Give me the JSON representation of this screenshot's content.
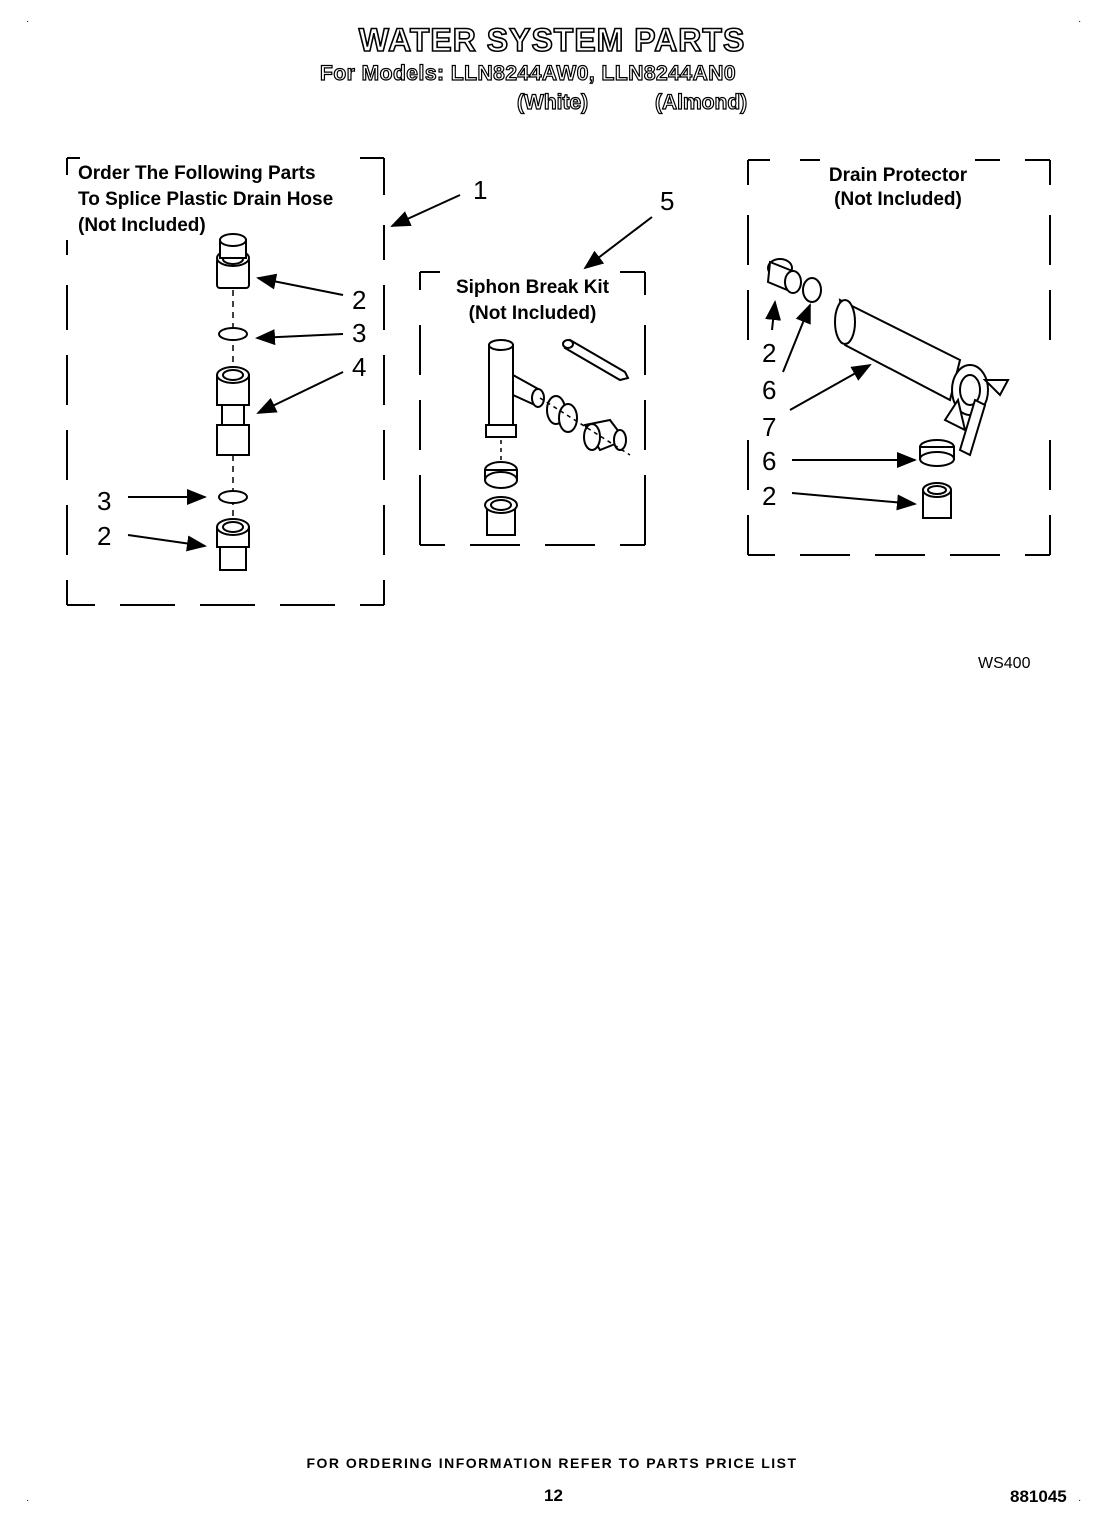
{
  "header": {
    "title": "WATER SYSTEM PARTS",
    "models": "For Models: LLN8244AW0, LLN8244AN0",
    "color_white": "(White)",
    "color_almond": "(Almond)"
  },
  "panels": {
    "splice": {
      "line1": "Order The Following Parts",
      "line2": "To Splice Plastic Drain Hose",
      "line3": "(Not Included)"
    },
    "siphon": {
      "line1": "Siphon Break Kit",
      "line2": "(Not Included)"
    },
    "drain": {
      "line1": "Drain Protector",
      "line2": "(Not Included)"
    }
  },
  "callouts": {
    "c1": "1",
    "c5": "5",
    "splice_2a": "2",
    "splice_3a": "3",
    "splice_4": "4",
    "splice_3b": "3",
    "splice_2b": "2",
    "drain_2a": "2",
    "drain_6a": "6",
    "drain_7": "7",
    "drain_6b": "6",
    "drain_2b": "2"
  },
  "figure_code": "WS400",
  "footer": {
    "note": "FOR ORDERING INFORMATION REFER TO PARTS PRICE LIST",
    "page": "12",
    "doc_number": "881045"
  }
}
